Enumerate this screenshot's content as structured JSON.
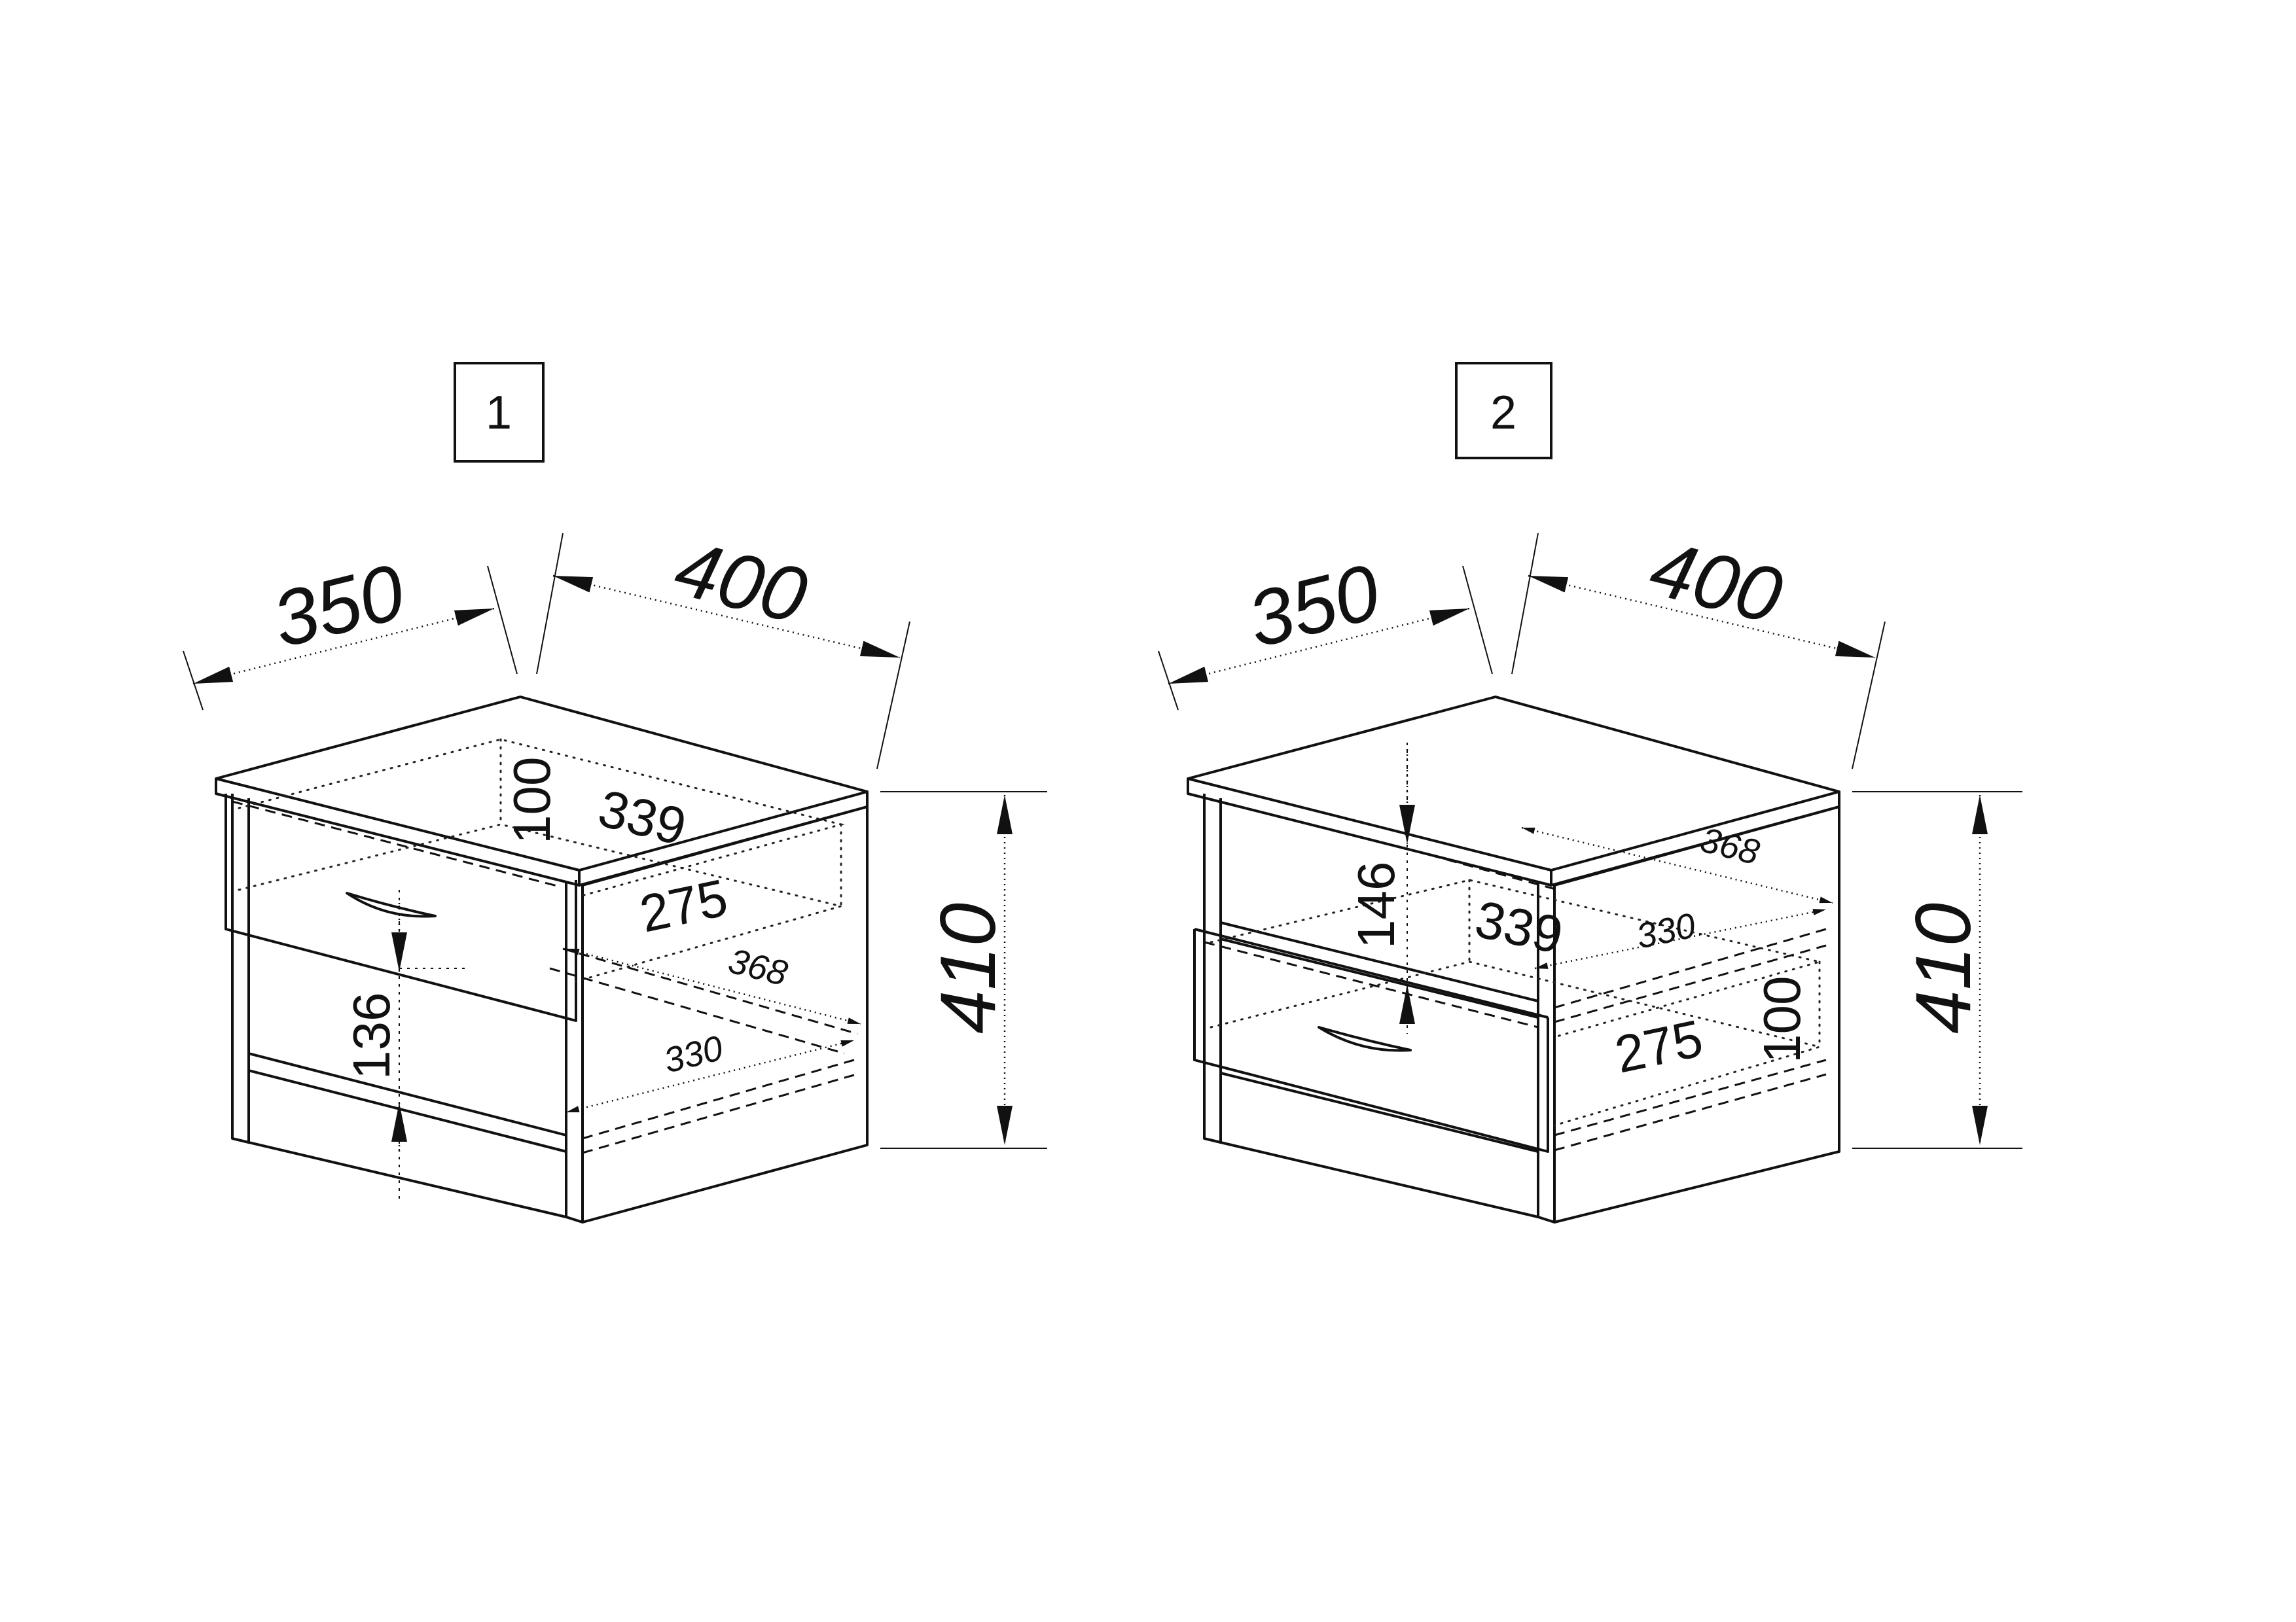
{
  "variants": [
    {
      "id": "1",
      "dims": {
        "depth": "350",
        "width": "400",
        "height": "410",
        "drawer_height": "100",
        "drawer_depth": "339",
        "drawer_width": "275",
        "shelf_width": "368",
        "shelf_depth": "330",
        "shelf_gap": "136"
      }
    },
    {
      "id": "2",
      "dims": {
        "depth": "350",
        "width": "400",
        "height": "410",
        "drawer_height": "100",
        "drawer_depth": "339",
        "drawer_width": "275",
        "shelf_width": "368",
        "shelf_depth": "330",
        "shelf_gap": "146"
      }
    }
  ]
}
